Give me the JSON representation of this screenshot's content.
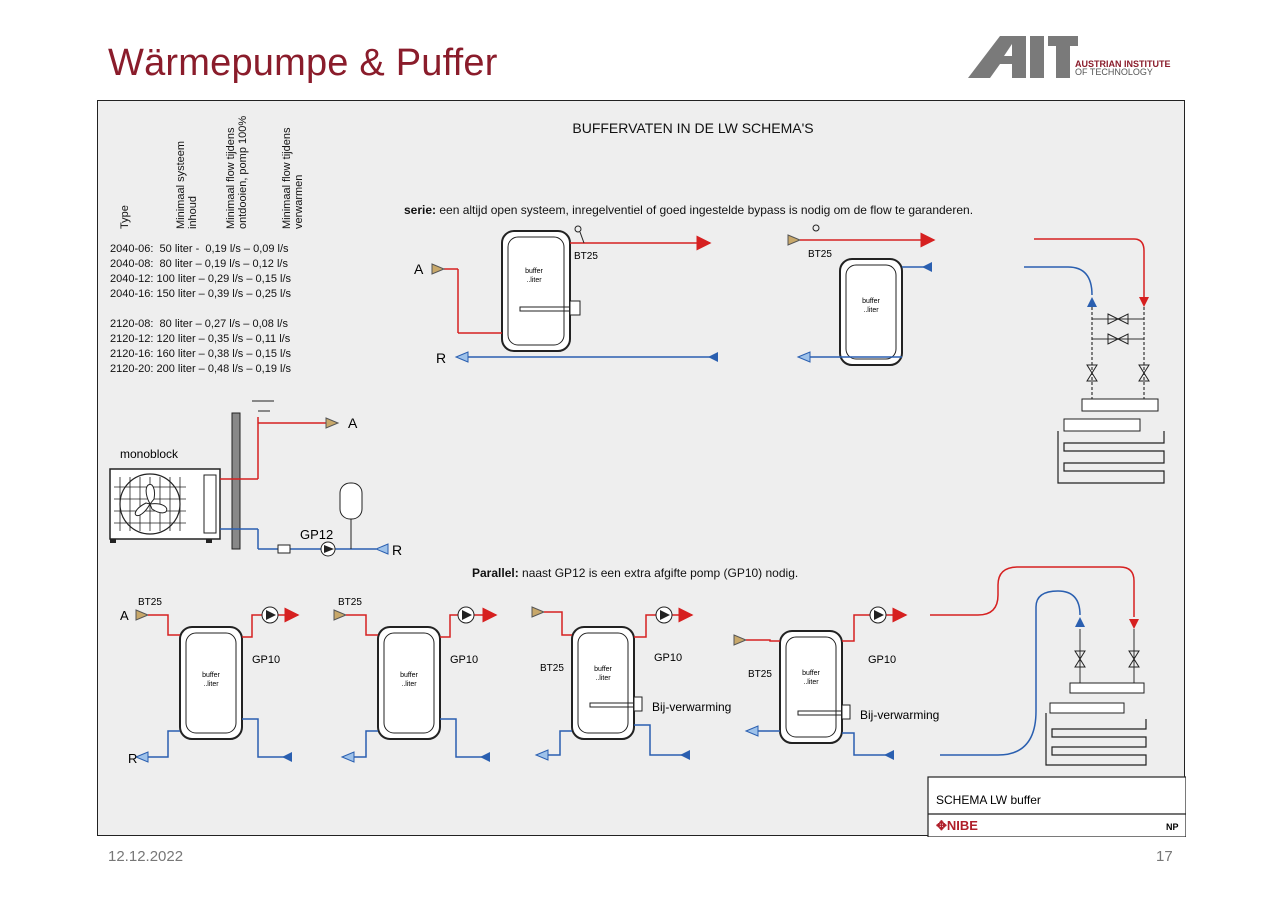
{
  "slide": {
    "title": "Wärmepumpe & Puffer",
    "logo": {
      "text_line1": "AUSTRIAN INSTITUTE",
      "text_line2": "OF TECHNOLOGY"
    },
    "footer": {
      "date": "12.12.2022",
      "page": "17"
    }
  },
  "diagram": {
    "heading": "BUFFERVATEN IN DE LW SCHEMA'S",
    "table": {
      "headers": [
        "Type",
        "Minimaal systeem inhoud",
        "Minimaal flow tijdens ontdooien, pomp 100%",
        "Minimaal flow tijdens verwarmen"
      ],
      "header_lines": {
        "type": [
          "Type"
        ],
        "col1": [
          "Minimaal systeem",
          "inhoud"
        ],
        "col2": [
          "Minimaal flow tijdens",
          "ontdooien, pomp 100%"
        ],
        "col3": [
          "Minimaal flow tijdens",
          "verwarmen"
        ]
      },
      "rows": [
        "2040-06:  50 liter -  0,19 l/s – 0,09 l/s",
        "2040-08:  80 liter – 0,19 l/s – 0,12 l/s",
        "2040-12: 100 liter – 0,29 l/s – 0,15 l/s",
        "2040-16: 150 liter – 0,39 l/s – 0,25 l/s",
        "2120-08:  80 liter – 0,27 l/s – 0,08 l/s",
        "2120-12: 120 liter – 0,35 l/s – 0,11 l/s",
        "2120-16: 160 liter – 0,38 l/s – 0,15 l/s",
        "2120-20: 200 liter – 0,48 l/s – 0,19 l/s"
      ]
    },
    "serie": {
      "label": "serie:",
      "text": " een altijd open systeem, inregelventiel of goed ingestelde bypass is nodig om de flow te garanderen."
    },
    "parallel": {
      "label": "Parallel:",
      "text": " naast GP12 is een extra afgifte pomp (GP10) nodig."
    },
    "labels": {
      "supply": "A",
      "return": "R",
      "sensor": "BT25",
      "pump_main": "GP12",
      "pump_extra": "GP10",
      "buffer_line1": "buffer",
      "buffer_line2": "..liter",
      "monoblock": "monoblock",
      "extra_heating": "Bij-verwarming"
    },
    "title_block": {
      "schema": "SCHEMA LW buffer",
      "brand": "NIBE",
      "initials": "NP"
    }
  },
  "colors": {
    "supply_red": "#d62020",
    "return_blue": "#2a5fb0",
    "title_red": "#8a1c2b",
    "pipe_grey": "#333333"
  }
}
